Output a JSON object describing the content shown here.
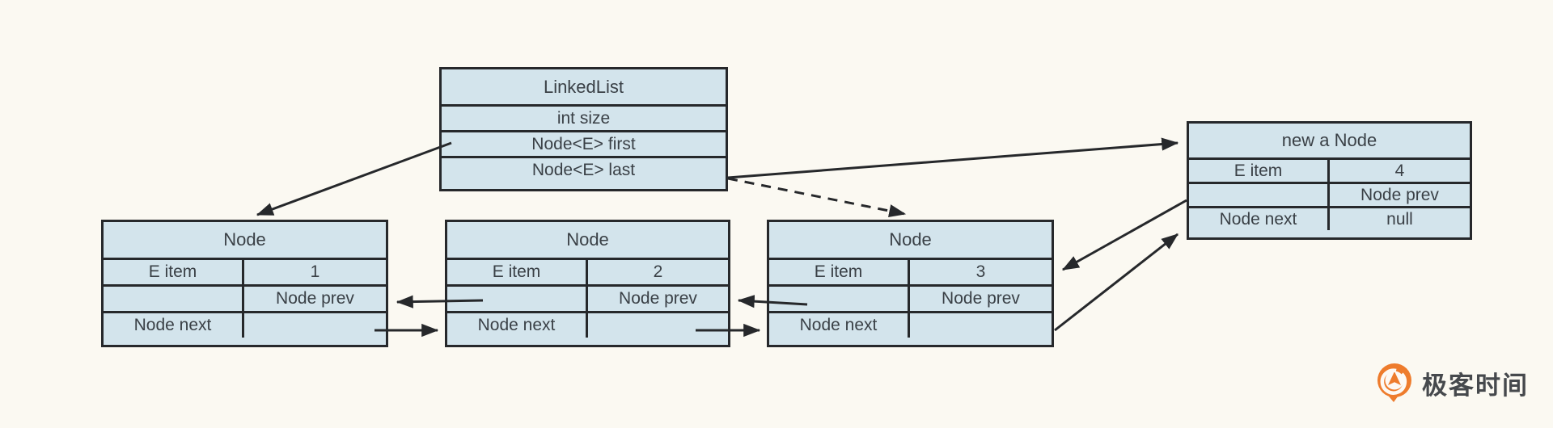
{
  "colors": {
    "background": "#fbf9f2",
    "cell_fill": "#d3e4ec",
    "border": "#26282b",
    "text": "#3a4046",
    "logo_orange": "#ee7c2d"
  },
  "linkedlist_box": {
    "title": "LinkedList",
    "fields": [
      "int size",
      "Node<E> first",
      "Node<E> last"
    ]
  },
  "nodes": [
    {
      "title": "Node",
      "item_label": "E item",
      "item_value": "1",
      "prev_cell": "",
      "prev_label": "Node prev",
      "next_label": "Node next",
      "next_value": ""
    },
    {
      "title": "Node",
      "item_label": "E item",
      "item_value": "2",
      "prev_cell": "",
      "prev_label": "Node prev",
      "next_label": "Node next",
      "next_value": ""
    },
    {
      "title": "Node",
      "item_label": "E item",
      "item_value": "3",
      "prev_cell": "",
      "prev_label": "Node prev",
      "next_label": "Node next",
      "next_value": ""
    },
    {
      "title": "new a Node",
      "item_label": "E item",
      "item_value": "4",
      "prev_cell": "",
      "prev_label": "Node prev",
      "next_label": "Node next",
      "next_value": "null"
    }
  ],
  "arrows": [
    {
      "name": "linkedlist-first-to-node1",
      "style": "solid"
    },
    {
      "name": "linkedlist-last-to-newnode",
      "style": "solid"
    },
    {
      "name": "linkedlist-last-to-node3",
      "style": "dashed"
    },
    {
      "name": "node2-prev-to-node1",
      "style": "solid"
    },
    {
      "name": "node1-next-to-node2",
      "style": "solid"
    },
    {
      "name": "node3-prev-to-node2",
      "style": "solid"
    },
    {
      "name": "node2-next-to-node3",
      "style": "solid"
    },
    {
      "name": "newnode-prev-to-node3",
      "style": "solid"
    },
    {
      "name": "node3-next-to-newnode",
      "style": "solid"
    }
  ],
  "logo": {
    "text": "极客时间"
  }
}
